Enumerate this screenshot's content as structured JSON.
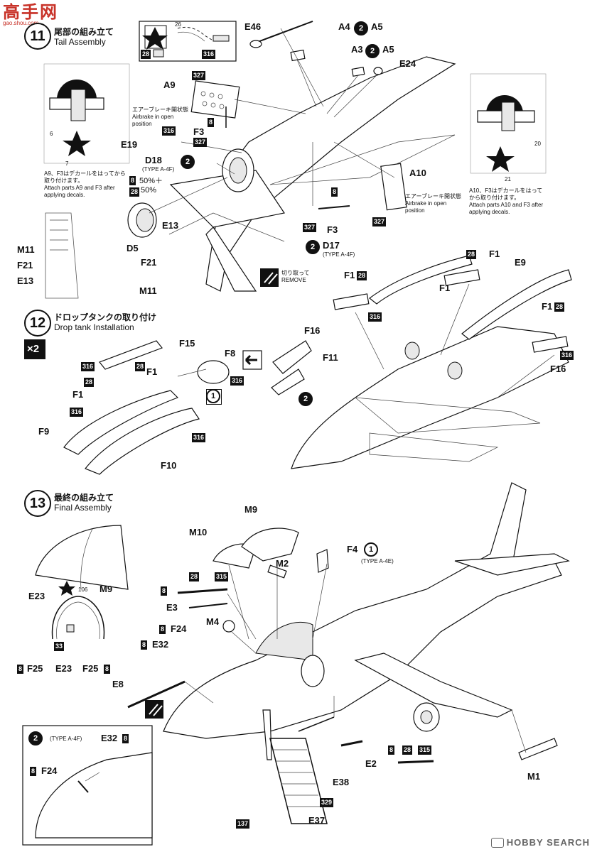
{
  "header": {
    "logo_text": "高手网",
    "logo_url": "gao.shou.com"
  },
  "watermark": "HOBBY SEARCH",
  "step11": {
    "number": "11",
    "title_jp": "尾部の組み立て",
    "title_en": "Tail Assembly",
    "parts": {
      "E46": "E46",
      "A4": "A4",
      "A5": "A5",
      "A3": "A3",
      "E24": "E24",
      "A9": "A9",
      "F3a": "F3",
      "F3b": "F3",
      "E19": "E19",
      "D18": "D18",
      "D18_type": "(TYPE A-4F)",
      "E13": "E13",
      "D5": "D5",
      "F21": "F21",
      "M11": "M11",
      "D17": "D17",
      "D17_type": "(TYPE A-4F)",
      "A10": "A10",
      "M11_side": "M11",
      "F21_side": "F21",
      "E13_side": "E13"
    },
    "paint": {
      "p327a": "327",
      "p8a": "8",
      "p327b": "327",
      "p316a": "316",
      "p28a": "28",
      "p316b": "316",
      "p8b": "8",
      "p327c": "327",
      "p327d": "327",
      "p8c": "8",
      "p28b": "28"
    },
    "mix": {
      "pct1": "50%＋",
      "pct2": "50%"
    },
    "decal_box": {
      "n26": "26"
    },
    "airbrake_left_jp": "エアーブレーキ開状態",
    "airbrake_left_en": "Airbrake in open position",
    "airbrake_right_jp": "エアーブレーキ開状態",
    "airbrake_right_en": "Airbrake in open position",
    "note_left_jp": "A9、F3はデカールをはってから取り付けます。",
    "note_left_en": "Attach parts A9 and F3 after applying decals.",
    "note_right_jp": "A10、F3はデカールをはってから取り付けます。",
    "note_right_en": "Attach parts A10 and F3 after applying decals.",
    "decals": {
      "d6": "6",
      "d7": "7",
      "d20": "20",
      "d21": "21"
    },
    "remove_jp": "切り取って",
    "remove_en": "REMOVE"
  },
  "step12": {
    "number": "12",
    "title_jp": "ドロップタンクの取り付け",
    "title_en": "Drop tank  Installation",
    "qty": "×2",
    "parts": {
      "F15": "F15",
      "F1a": "F1",
      "F1b": "F1",
      "F9": "F9",
      "F10": "F10",
      "F8": "F8",
      "F11": "F11",
      "F1c": "F1",
      "F1d": "F1",
      "E9": "E9",
      "F1e": "F1",
      "F16a": "F16",
      "F1f": "F1",
      "F16b": "F16"
    },
    "paint": {
      "p316a": "316",
      "p28a": "28",
      "p28b": "28",
      "p316b": "316",
      "p316c": "316",
      "p316d": "316",
      "p28c": "28",
      "p28d": "28",
      "p28e": "28",
      "p316e": "316",
      "p316f": "316"
    },
    "circled": {
      "c1": "1",
      "c2": "2"
    }
  },
  "step13": {
    "number": "13",
    "title_jp": "最終の組み立て",
    "title_en": "Final Assembly",
    "parts": {
      "M9": "M9",
      "M10": "M10",
      "M2": "M2",
      "F4": "F4",
      "F4_type": "(TYPE A-4E)",
      "E3": "E3",
      "M4": "M4",
      "F24": "F24",
      "E32": "E32",
      "E8": "E8",
      "E2": "E2",
      "M1": "M1",
      "E38": "E38",
      "E37": "E37",
      "E23a": "E23",
      "M9b": "M9",
      "F25a": "F25",
      "E23b": "E23",
      "F25b": "F25",
      "E32b": "E32",
      "F24b": "F24",
      "inset_type": "(TYPE A-4F)"
    },
    "paint": {
      "p28a": "28",
      "p315a": "315",
      "p8a": "8",
      "p8b": "8",
      "p8c": "8",
      "p8d": "8",
      "p8e": "8",
      "p8f": "8",
      "p8g": "8",
      "p28b": "28",
      "p315b": "315",
      "p329": "329",
      "p137": "137",
      "p33": "33",
      "n106": "106"
    },
    "circled": {
      "c1": "1",
      "c2": "2"
    }
  }
}
